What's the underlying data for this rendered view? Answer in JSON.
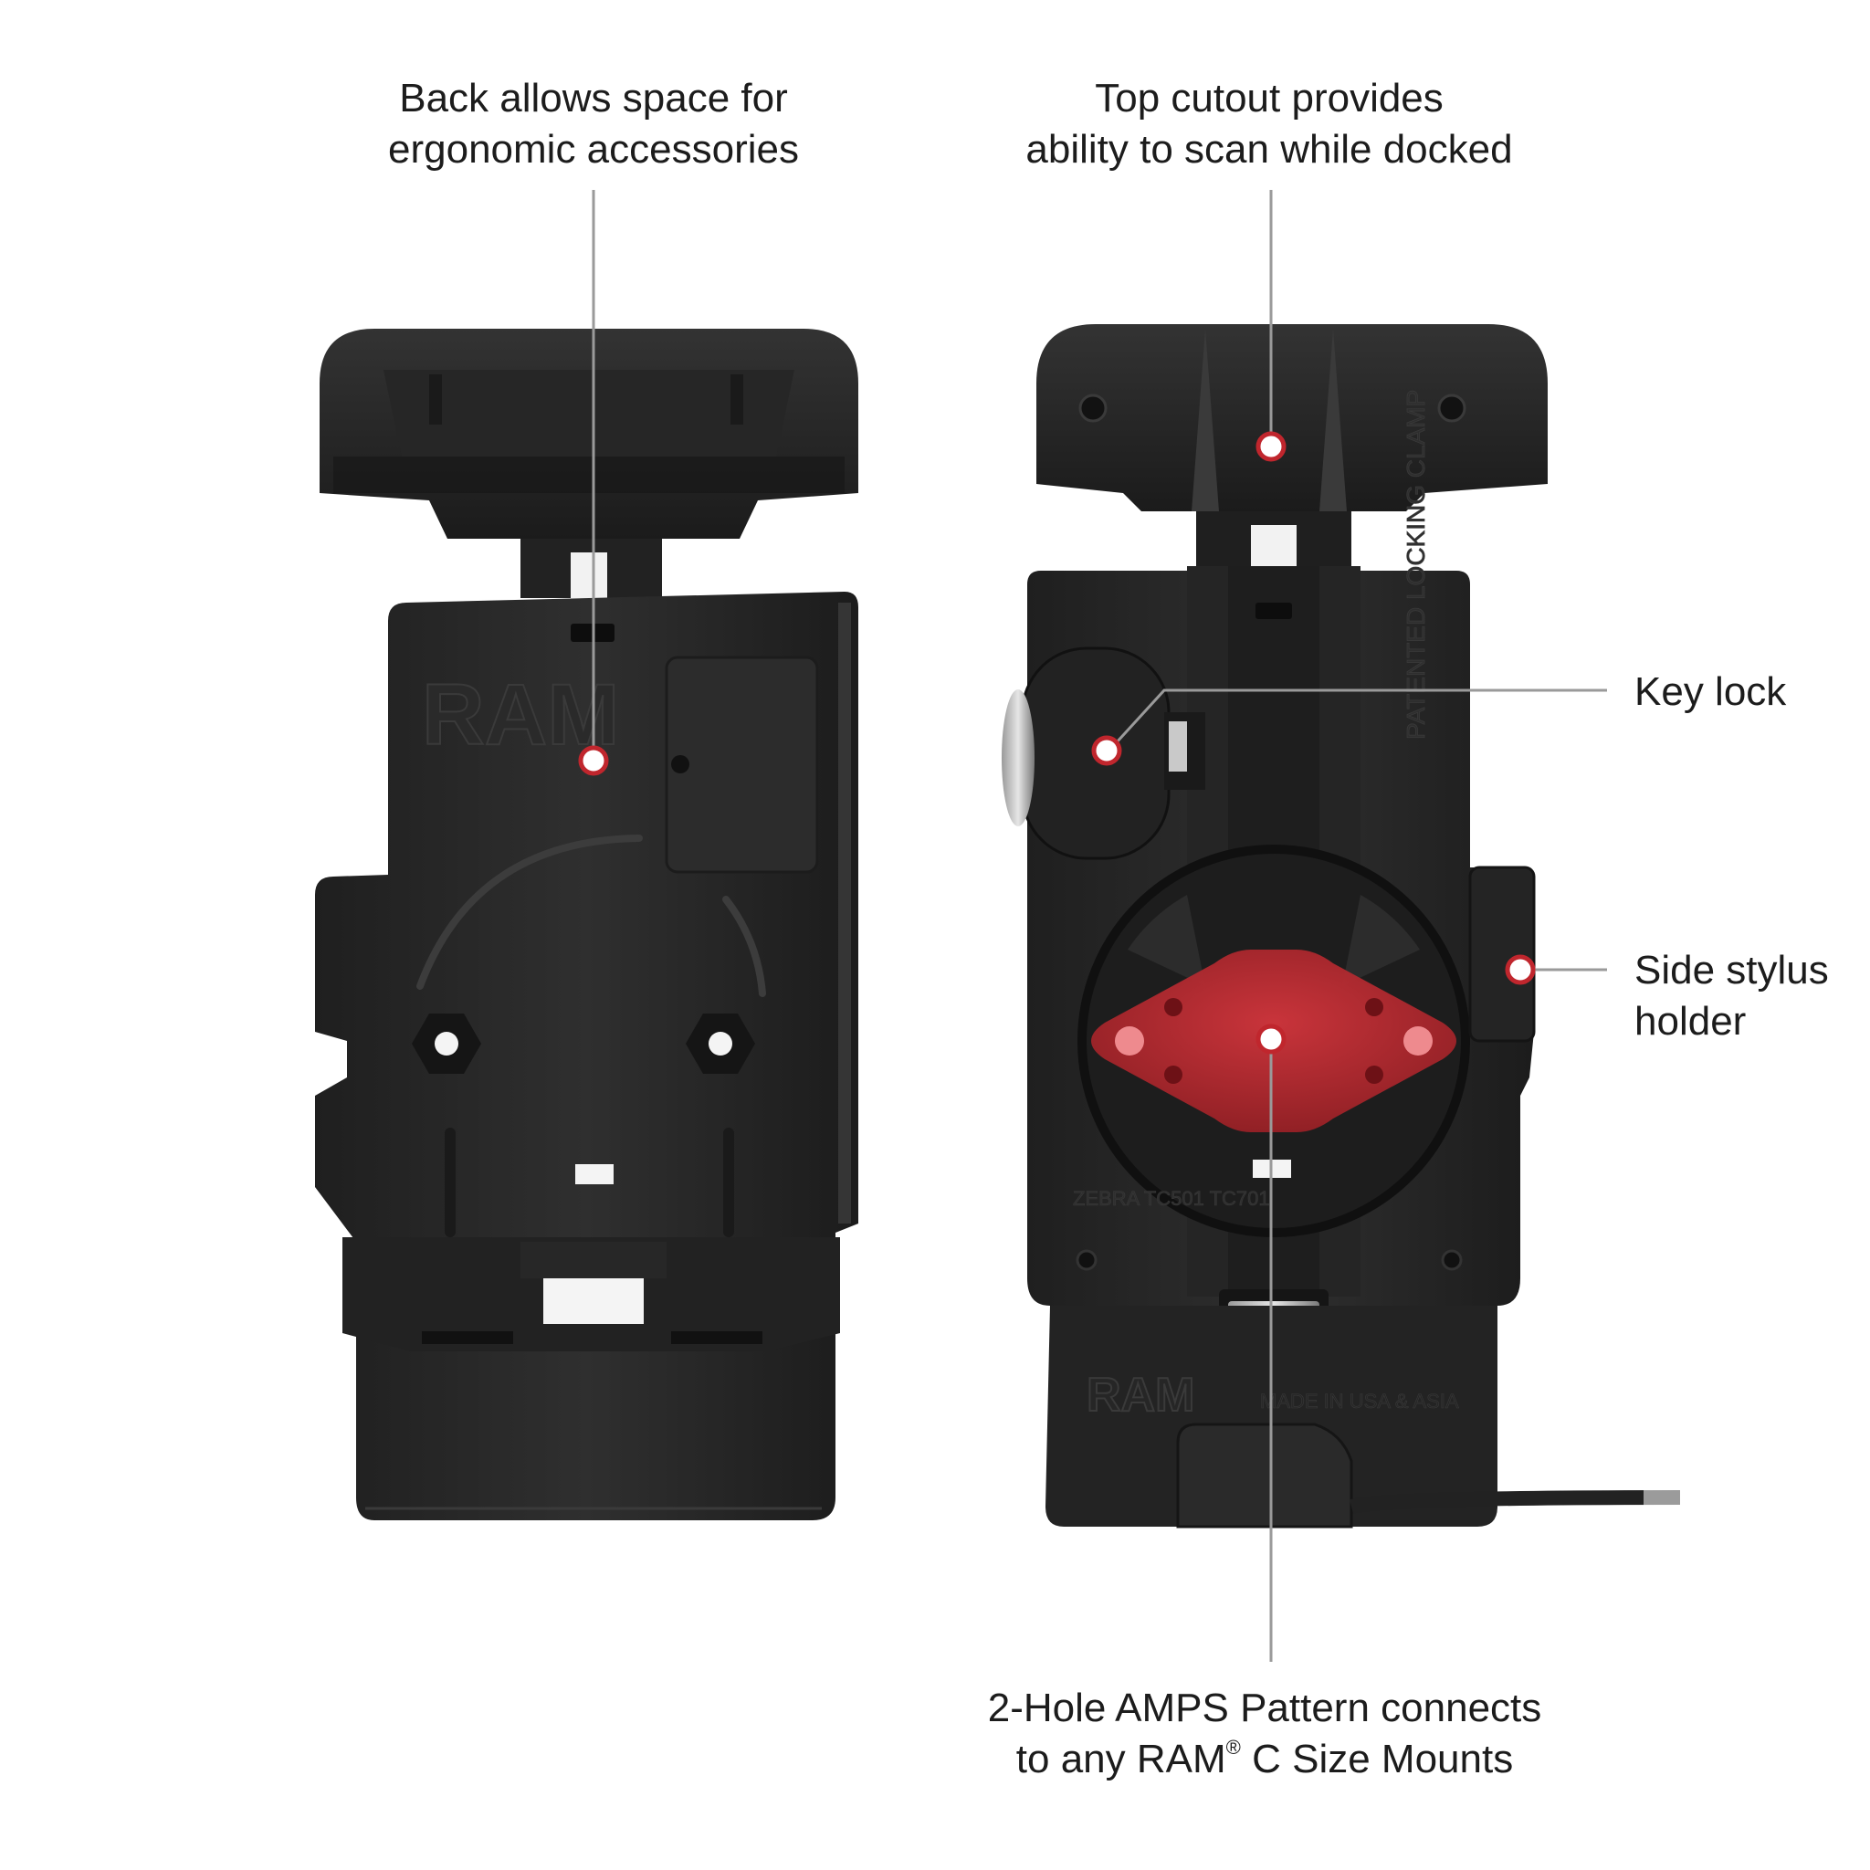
{
  "callouts": {
    "back": {
      "line1": "Back allows space for",
      "line2": "ergonomic accessories"
    },
    "top_cutout": {
      "line1": "Top cutout provides",
      "line2": "ability to scan while docked"
    },
    "key_lock": {
      "line1": "Key lock"
    },
    "side_stylus": {
      "line1": "Side stylus",
      "line2": "holder"
    },
    "amps": {
      "line1": "2-Hole AMPS Pattern connects",
      "line2_pre": "to any RAM",
      "line2_reg": "®",
      "line2_post": " C Size Mounts"
    }
  },
  "product_markings": {
    "logo_left": "RAM",
    "logo_right": "RAM",
    "made_in": "MADE IN USA & ASIA",
    "patent": "PATENTED LOCKING CLAMP",
    "model": "ZEBRA TC501 TC701"
  },
  "colors": {
    "background": "#ffffff",
    "cradle_body": "#2b2b2b",
    "cradle_dark": "#1a1a1a",
    "amps_plate": "#b0262c",
    "marker_ring": "#c0262d",
    "leader_line": "#9a9a9a"
  }
}
